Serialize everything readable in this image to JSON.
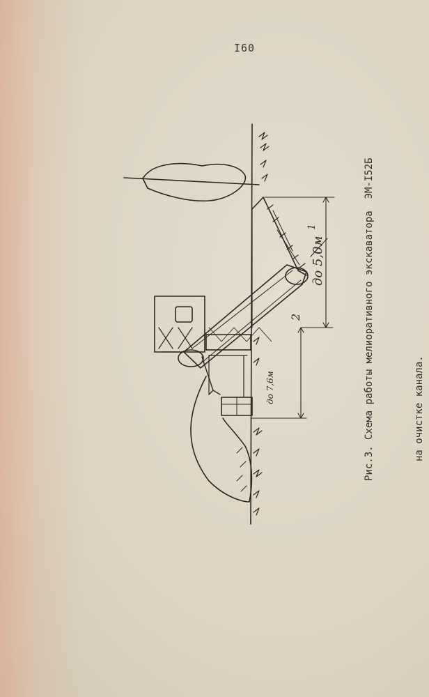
{
  "page": {
    "number": "I60"
  },
  "figure": {
    "caption_line1": "Рис.3. Схема работы мелиоративного экскаватора  ЭМ-I52Б",
    "caption_line2": "на очистке канала.",
    "label_1": "1",
    "label_2": "2",
    "dimension_depth": "до 5,0м",
    "dimension_height": "до 7,6м"
  }
}
